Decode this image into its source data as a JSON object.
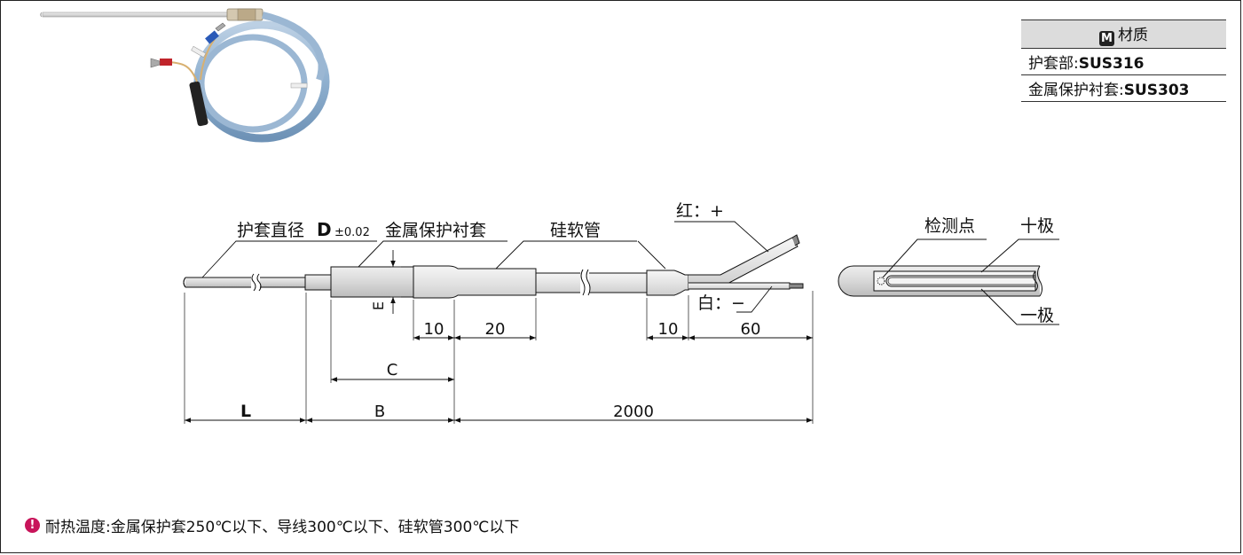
{
  "material": {
    "header": "材质",
    "badge": "M",
    "rows": [
      {
        "label": "护套部:",
        "value": "SUS316"
      },
      {
        "label": "金属保护衬套:",
        "value": "SUS303"
      }
    ]
  },
  "labels": {
    "sheath_diameter": "护套直径",
    "diameter_symbol": "D",
    "diameter_tol": "±0.02",
    "metal_sleeve": "金属保护衬套",
    "silicone_tube": "硅软管",
    "red": "红：+",
    "white": "白：−",
    "detect_point": "检测点",
    "plus_pole": "十极",
    "minus_pole": "一极",
    "E": "E",
    "dim10a": "10",
    "dim20": "20",
    "dim10b": "10",
    "dim60": "60",
    "C": "C",
    "L": "L",
    "B": "B",
    "dim2000": "2000"
  },
  "colors": {
    "accent_blue": "#1a6fc0",
    "note_icon": "#c8145a"
  },
  "note": {
    "icon": "!",
    "text": "耐热温度:金属保护套250℃以下、导线300℃以下、硅软管300℃以下"
  }
}
